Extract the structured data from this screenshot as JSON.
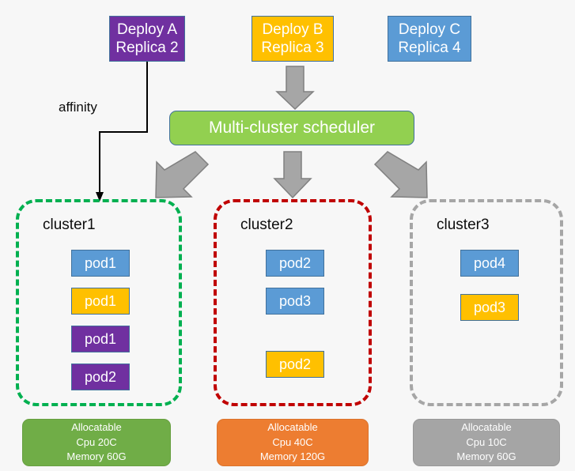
{
  "diagram": {
    "title": "Multi-cluster scheduler pod placement diagram",
    "background": "#f7f7f7"
  },
  "deployments": [
    {
      "name": "deploy-a",
      "line1": "Deploy A",
      "line2": "Replica 2",
      "color": "#7030A0"
    },
    {
      "name": "deploy-b",
      "line1": "Deploy B",
      "line2": "Replica 3",
      "color": "#FFC000"
    },
    {
      "name": "deploy-c",
      "line1": "Deploy C",
      "line2": "Replica 4",
      "color": "#5B9BD5"
    }
  ],
  "scheduler": {
    "label": "Multi-cluster scheduler",
    "color": "#92D050"
  },
  "affinity": {
    "label": "affinity"
  },
  "clusters": [
    {
      "name": "cluster1",
      "label": "cluster1",
      "border_color": "#00B050",
      "pods": [
        {
          "label": "pod1",
          "color": "#5B9BD5"
        },
        {
          "label": "pod1",
          "color": "#FFC000"
        },
        {
          "label": "pod1",
          "color": "#7030A0"
        },
        {
          "label": "pod2",
          "color": "#7030A0"
        }
      ],
      "allocatable": {
        "title": "Allocatable",
        "cpu": "Cpu 20C",
        "memory": "Memory 60G",
        "color": "#70AD47"
      }
    },
    {
      "name": "cluster2",
      "label": "cluster2",
      "border_color": "#C00000",
      "pods": [
        {
          "label": "pod2",
          "color": "#5B9BD5"
        },
        {
          "label": "pod3",
          "color": "#5B9BD5"
        },
        {
          "label": "pod2",
          "color": "#FFC000"
        }
      ],
      "allocatable": {
        "title": "Allocatable",
        "cpu": "Cpu 40C",
        "memory": "Memory 120G",
        "color": "#ED7D31"
      }
    },
    {
      "name": "cluster3",
      "label": "cluster3",
      "border_color": "#A6A6A6",
      "pods": [
        {
          "label": "pod4",
          "color": "#5B9BD5"
        },
        {
          "label": "pod3",
          "color": "#FFC000"
        }
      ],
      "allocatable": {
        "title": "Allocatable",
        "cpu": "Cpu 10C",
        "memory": "Memory 60G",
        "color": "#A5A5A5"
      }
    }
  ],
  "arrows": {
    "fill": "#A6A6A6",
    "stroke": "#808080",
    "affinity_line_color": "#000000"
  }
}
